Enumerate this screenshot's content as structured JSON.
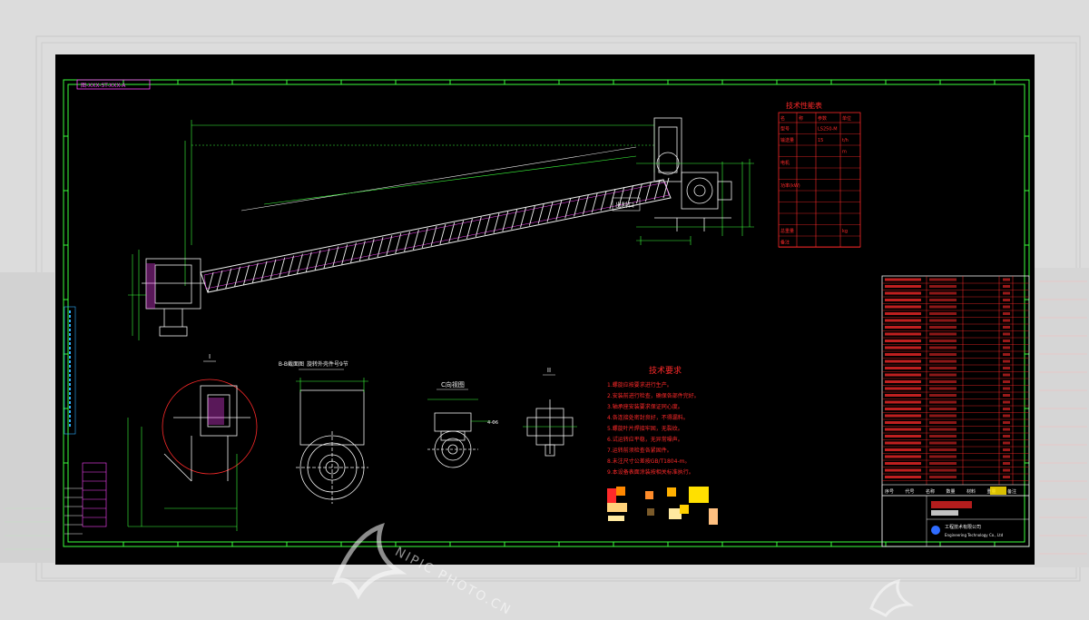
{
  "drawing": {
    "page_label": "图-XXX-ST-XXX-A",
    "section_title": "B-B截面图",
    "section_subtitle": "旋转外壳件号9节",
    "view_i": "I",
    "view_ii": "II",
    "view_c": "C向视图",
    "outlet_label": "出料口",
    "view_c_dim": "4-Φ6",
    "accent_border": "#3cff3c",
    "accent_text": "#ff2a2a"
  },
  "tech_spec": {
    "title": "技术性能表",
    "header": [
      "名",
      "称",
      "参数",
      "单位"
    ],
    "rows": [
      [
        "型号",
        "",
        "LS250-M",
        ""
      ],
      [
        "输送量",
        "",
        "15",
        "t/h"
      ],
      [
        "",
        "",
        "",
        "m"
      ],
      [
        "电机",
        "",
        "",
        ""
      ],
      [
        "",
        "",
        "",
        ""
      ],
      [
        "功率(kW)",
        "",
        "",
        ""
      ],
      [
        "",
        "",
        "",
        ""
      ],
      [
        "",
        "",
        "",
        ""
      ],
      [
        "",
        "",
        "",
        ""
      ],
      [
        "总重量",
        "",
        "",
        "kg"
      ],
      [
        "备注",
        "",
        "",
        ""
      ]
    ]
  },
  "tech_requirements": {
    "title": "技术要求",
    "lines": [
      "1.螺旋应按要求进行生产。",
      "2.安装前进行检查，确保各部件完好。",
      "3.轴承座安装要求保证同心度。",
      "4.各连接处密封良好，不得漏料。",
      "5.螺旋叶片焊接牢固，无裂纹。",
      "6.试运转应平稳，无异常噪声。",
      "7.运转前须检查各紧固件。",
      "8.未注尺寸公差按GB/T1804-m。",
      "9.本设备表面涂装按相关标准执行。"
    ]
  },
  "title_block": {
    "headers": [
      "序号",
      "代号",
      "名称",
      "数量",
      "材料",
      "重量",
      "备注"
    ],
    "company": "工程技术有限公司",
    "company_en": "Engineering Technology Co., Ltd"
  },
  "watermark": {
    "text": "NIPIC PHOTO.CN"
  }
}
